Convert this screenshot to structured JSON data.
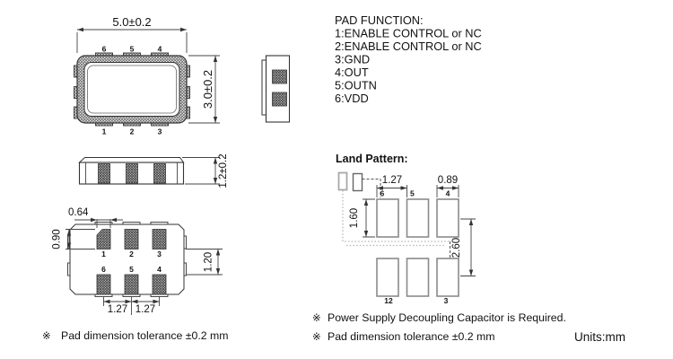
{
  "colors": {
    "line": "#333333",
    "hatch": "#5a5a5a",
    "gray_dotted": "#b5b5b5",
    "land_pad_border": "#8a8a8a",
    "background": "#ffffff"
  },
  "top_view": {
    "width_dim": "5.0±0.2",
    "height_dim": "3.0±0.2",
    "pins_top": [
      "6",
      "5",
      "4"
    ],
    "pins_bottom": [
      "1",
      "2",
      "3"
    ]
  },
  "front_view": {
    "height_dim": "1.2±0.2"
  },
  "bottom_view": {
    "pad_width_dim": "0.64",
    "pad_height_dim": "0.90",
    "row_gap_dim": "1.20",
    "pitch_dim_left": "1.27",
    "pitch_dim_right": "1.27",
    "pins_top": [
      "1",
      "2",
      "3"
    ],
    "pins_bottom": [
      "6",
      "5",
      "4"
    ]
  },
  "pad_function": {
    "title": "PAD FUNCTION:",
    "items": [
      "1:ENABLE CONTROL or NC",
      "2:ENABLE CONTROL or NC",
      "3:GND",
      "4:OUT",
      "5:OUTN",
      "6:VDD"
    ]
  },
  "land_pattern": {
    "title": "Land Pattern:",
    "pitch_dim": "1.27",
    "pad_width_dim": "0.89",
    "pad_height_dim": "1.60",
    "row_span_dim": "2.60",
    "pins_top": [
      "6",
      "5",
      "4"
    ],
    "pins_bottom": [
      "12",
      "3"
    ]
  },
  "notes": {
    "marker": "※",
    "left": "Pad dimension tolerance ±0.2 mm",
    "right1": "Power Supply Decoupling Capacitor is Required.",
    "right2": "Pad dimension tolerance ±0.2 mm",
    "units": "Units:mm"
  }
}
